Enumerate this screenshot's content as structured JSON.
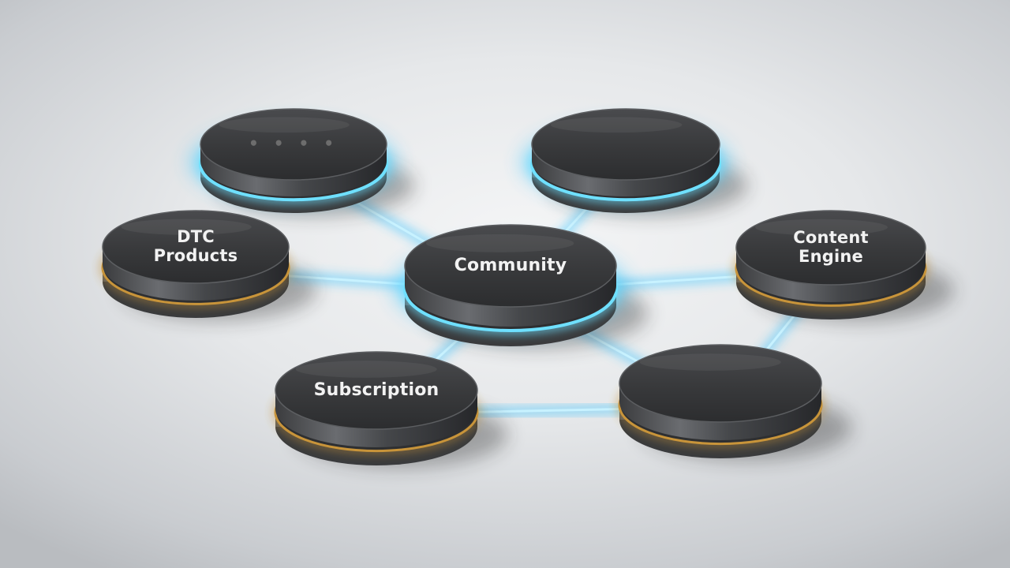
{
  "diagram": {
    "nodes": [
      {
        "id": "community",
        "label": "Community",
        "ring": "blue",
        "role": "hub"
      },
      {
        "id": "dtc-products",
        "label": "DTC\nProducts",
        "ring": "amber"
      },
      {
        "id": "content-engine",
        "label": "Content\nEngine",
        "ring": "amber"
      },
      {
        "id": "subscription",
        "label": "Subscription",
        "ring": "amber"
      },
      {
        "id": "top-left",
        "label": "",
        "ring": "blue",
        "glyph": "• • • •"
      },
      {
        "id": "top-right",
        "label": "",
        "ring": "blue"
      },
      {
        "id": "bottom-right",
        "label": "",
        "ring": "amber"
      }
    ],
    "connections": [
      [
        "community",
        "top-left"
      ],
      [
        "community",
        "top-right"
      ],
      [
        "community",
        "dtc-products"
      ],
      [
        "community",
        "content-engine"
      ],
      [
        "community",
        "subscription"
      ],
      [
        "community",
        "bottom-right"
      ],
      [
        "subscription",
        "bottom-right"
      ],
      [
        "content-engine",
        "bottom-right"
      ]
    ]
  },
  "colors": {
    "glow": "#39c6ff",
    "ring_blue": "#6fe0ff",
    "ring_amber": "#c8943a",
    "disc_top": "#3a3b3d",
    "disc_side": "#2a2b2d"
  }
}
